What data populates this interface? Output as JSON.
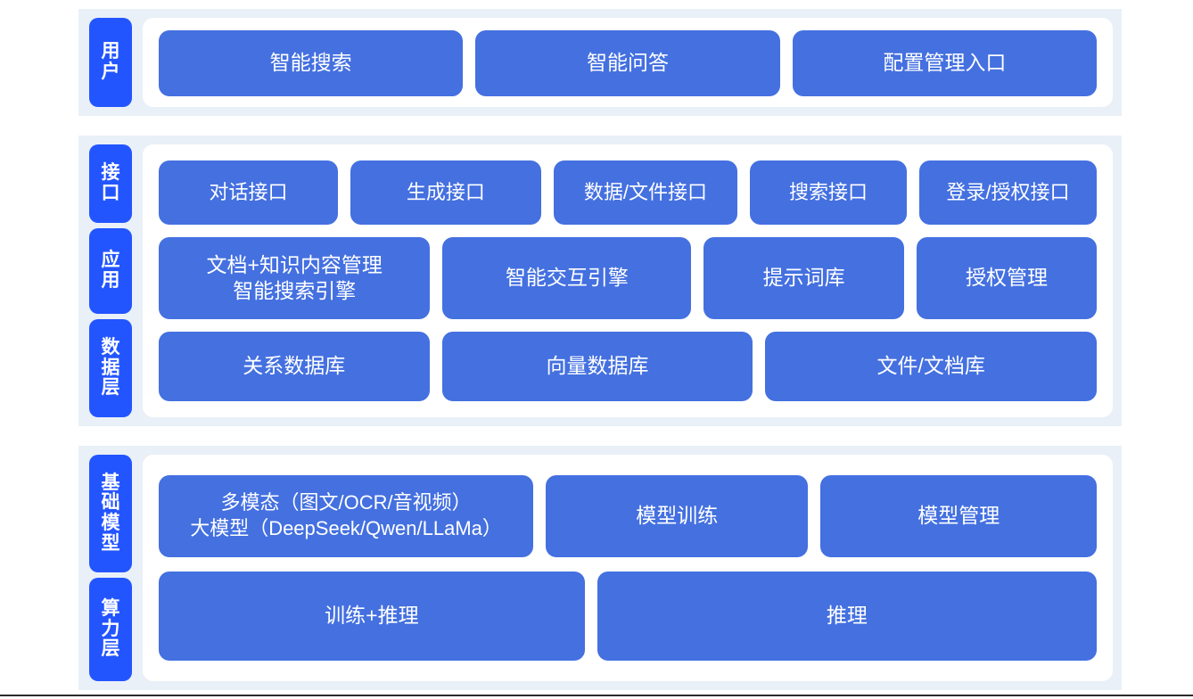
{
  "page": {
    "background_color": "#ffffff",
    "panel_color": "#eaf0f8",
    "card_color": "#ffffff",
    "badge_color": "#2355ff",
    "tile_color": "#4470e0",
    "tile_text_color": "#ffffff"
  },
  "sections": {
    "user": {
      "badges": [
        {
          "label": "用户"
        }
      ],
      "rows": [
        {
          "tiles": [
            {
              "label": "智能搜索"
            },
            {
              "label": "智能问答"
            },
            {
              "label": "配置管理入口"
            }
          ]
        }
      ]
    },
    "middle": {
      "badges": [
        {
          "label": "接口"
        },
        {
          "label": "应用"
        },
        {
          "label": "数据层"
        }
      ],
      "rows": [
        {
          "name": "interface",
          "tiles": [
            {
              "label": "对话接口"
            },
            {
              "label": "生成接口"
            },
            {
              "label": "数据/文件接口"
            },
            {
              "label": "搜索接口"
            },
            {
              "label": "登录/授权接口"
            }
          ]
        },
        {
          "name": "application",
          "tiles": [
            {
              "label": "文档+知识内容管理\n智能搜索引擎"
            },
            {
              "label": "智能交互引擎"
            },
            {
              "label": "提示词库"
            },
            {
              "label": "授权管理"
            }
          ]
        },
        {
          "name": "data",
          "tiles": [
            {
              "label": "关系数据库"
            },
            {
              "label": "向量数据库"
            },
            {
              "label": "文件/文档库"
            }
          ]
        }
      ]
    },
    "base": {
      "badges": [
        {
          "label": "基础模型"
        },
        {
          "label": "算力层"
        }
      ],
      "rows": [
        {
          "name": "model",
          "tiles": [
            {
              "label": "多模态（图文/OCR/音视频）\n大模型（DeepSeek/Qwen/LLaMa）"
            },
            {
              "label": "模型训练"
            },
            {
              "label": "模型管理"
            }
          ]
        },
        {
          "name": "compute",
          "tiles": [
            {
              "label": "训练+推理"
            },
            {
              "label": "推理"
            }
          ]
        }
      ]
    }
  }
}
